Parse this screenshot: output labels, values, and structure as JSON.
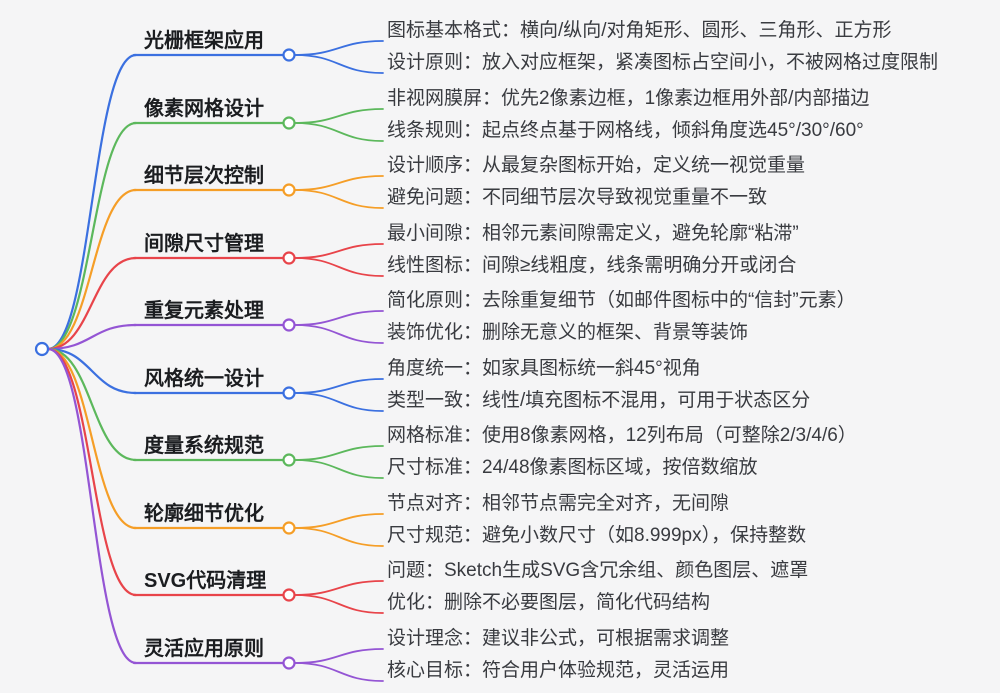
{
  "canvas": {
    "background": "#f5f5f6"
  },
  "root": {
    "color": "#3b70e0"
  },
  "colors": {
    "blue": "#3b70e0",
    "green": "#5cb85c",
    "orange": "#f59e27",
    "red": "#e8444a",
    "purple": "#9455d4"
  },
  "branches": [
    {
      "label": "光栅框架应用",
      "color": "#3b70e0",
      "children": [
        "图标基本格式：横向/纵向/对角矩形、圆形、三角形、正方形",
        "设计原则：放入对应框架，紧凑图标占空间小，不被网格过度限制"
      ]
    },
    {
      "label": "像素网格设计",
      "color": "#5cb85c",
      "children": [
        "非视网膜屏：优先2像素边框，1像素边框用外部/内部描边",
        "线条规则：起点终点基于网格线，倾斜角度选45°/30°/60°"
      ]
    },
    {
      "label": "细节层次控制",
      "color": "#f59e27",
      "children": [
        "设计顺序：从最复杂图标开始，定义统一视觉重量",
        "避免问题：不同细节层次导致视觉重量不一致"
      ]
    },
    {
      "label": "间隙尺寸管理",
      "color": "#e8444a",
      "children": [
        "最小间隙：相邻元素间隙需定义，避免轮廓“粘滞”",
        "线性图标：间隙≥线粗度，线条需明确分开或闭合"
      ]
    },
    {
      "label": "重复元素处理",
      "color": "#9455d4",
      "children": [
        "简化原则：去除重复细节（如邮件图标中的“信封”元素）",
        "装饰优化：删除无意义的框架、背景等装饰"
      ]
    },
    {
      "label": "风格统一设计",
      "color": "#3b70e0",
      "children": [
        "角度统一：如家具图标统一斜45°视角",
        "类型一致：线性/填充图标不混用，可用于状态区分"
      ]
    },
    {
      "label": "度量系统规范",
      "color": "#5cb85c",
      "children": [
        "网格标准：使用8像素网格，12列布局（可整除2/3/4/6）",
        "尺寸标准：24/48像素图标区域，按倍数缩放"
      ]
    },
    {
      "label": "轮廓细节优化",
      "color": "#f59e27",
      "children": [
        "节点对齐：相邻节点需完全对齐，无间隙",
        "尺寸规范：避免小数尺寸（如8.999px），保持整数"
      ]
    },
    {
      "label": "SVG代码清理",
      "color": "#e8444a",
      "children": [
        "问题：Sketch生成SVG含冗余组、颜色图层、遮罩",
        "优化：删除不必要图层，简化代码结构"
      ]
    },
    {
      "label": "灵活应用原则",
      "color": "#9455d4",
      "children": [
        "设计理念：建议非公式，可根据需求调整",
        "核心目标：符合用户体验规范，灵活运用"
      ]
    }
  ]
}
